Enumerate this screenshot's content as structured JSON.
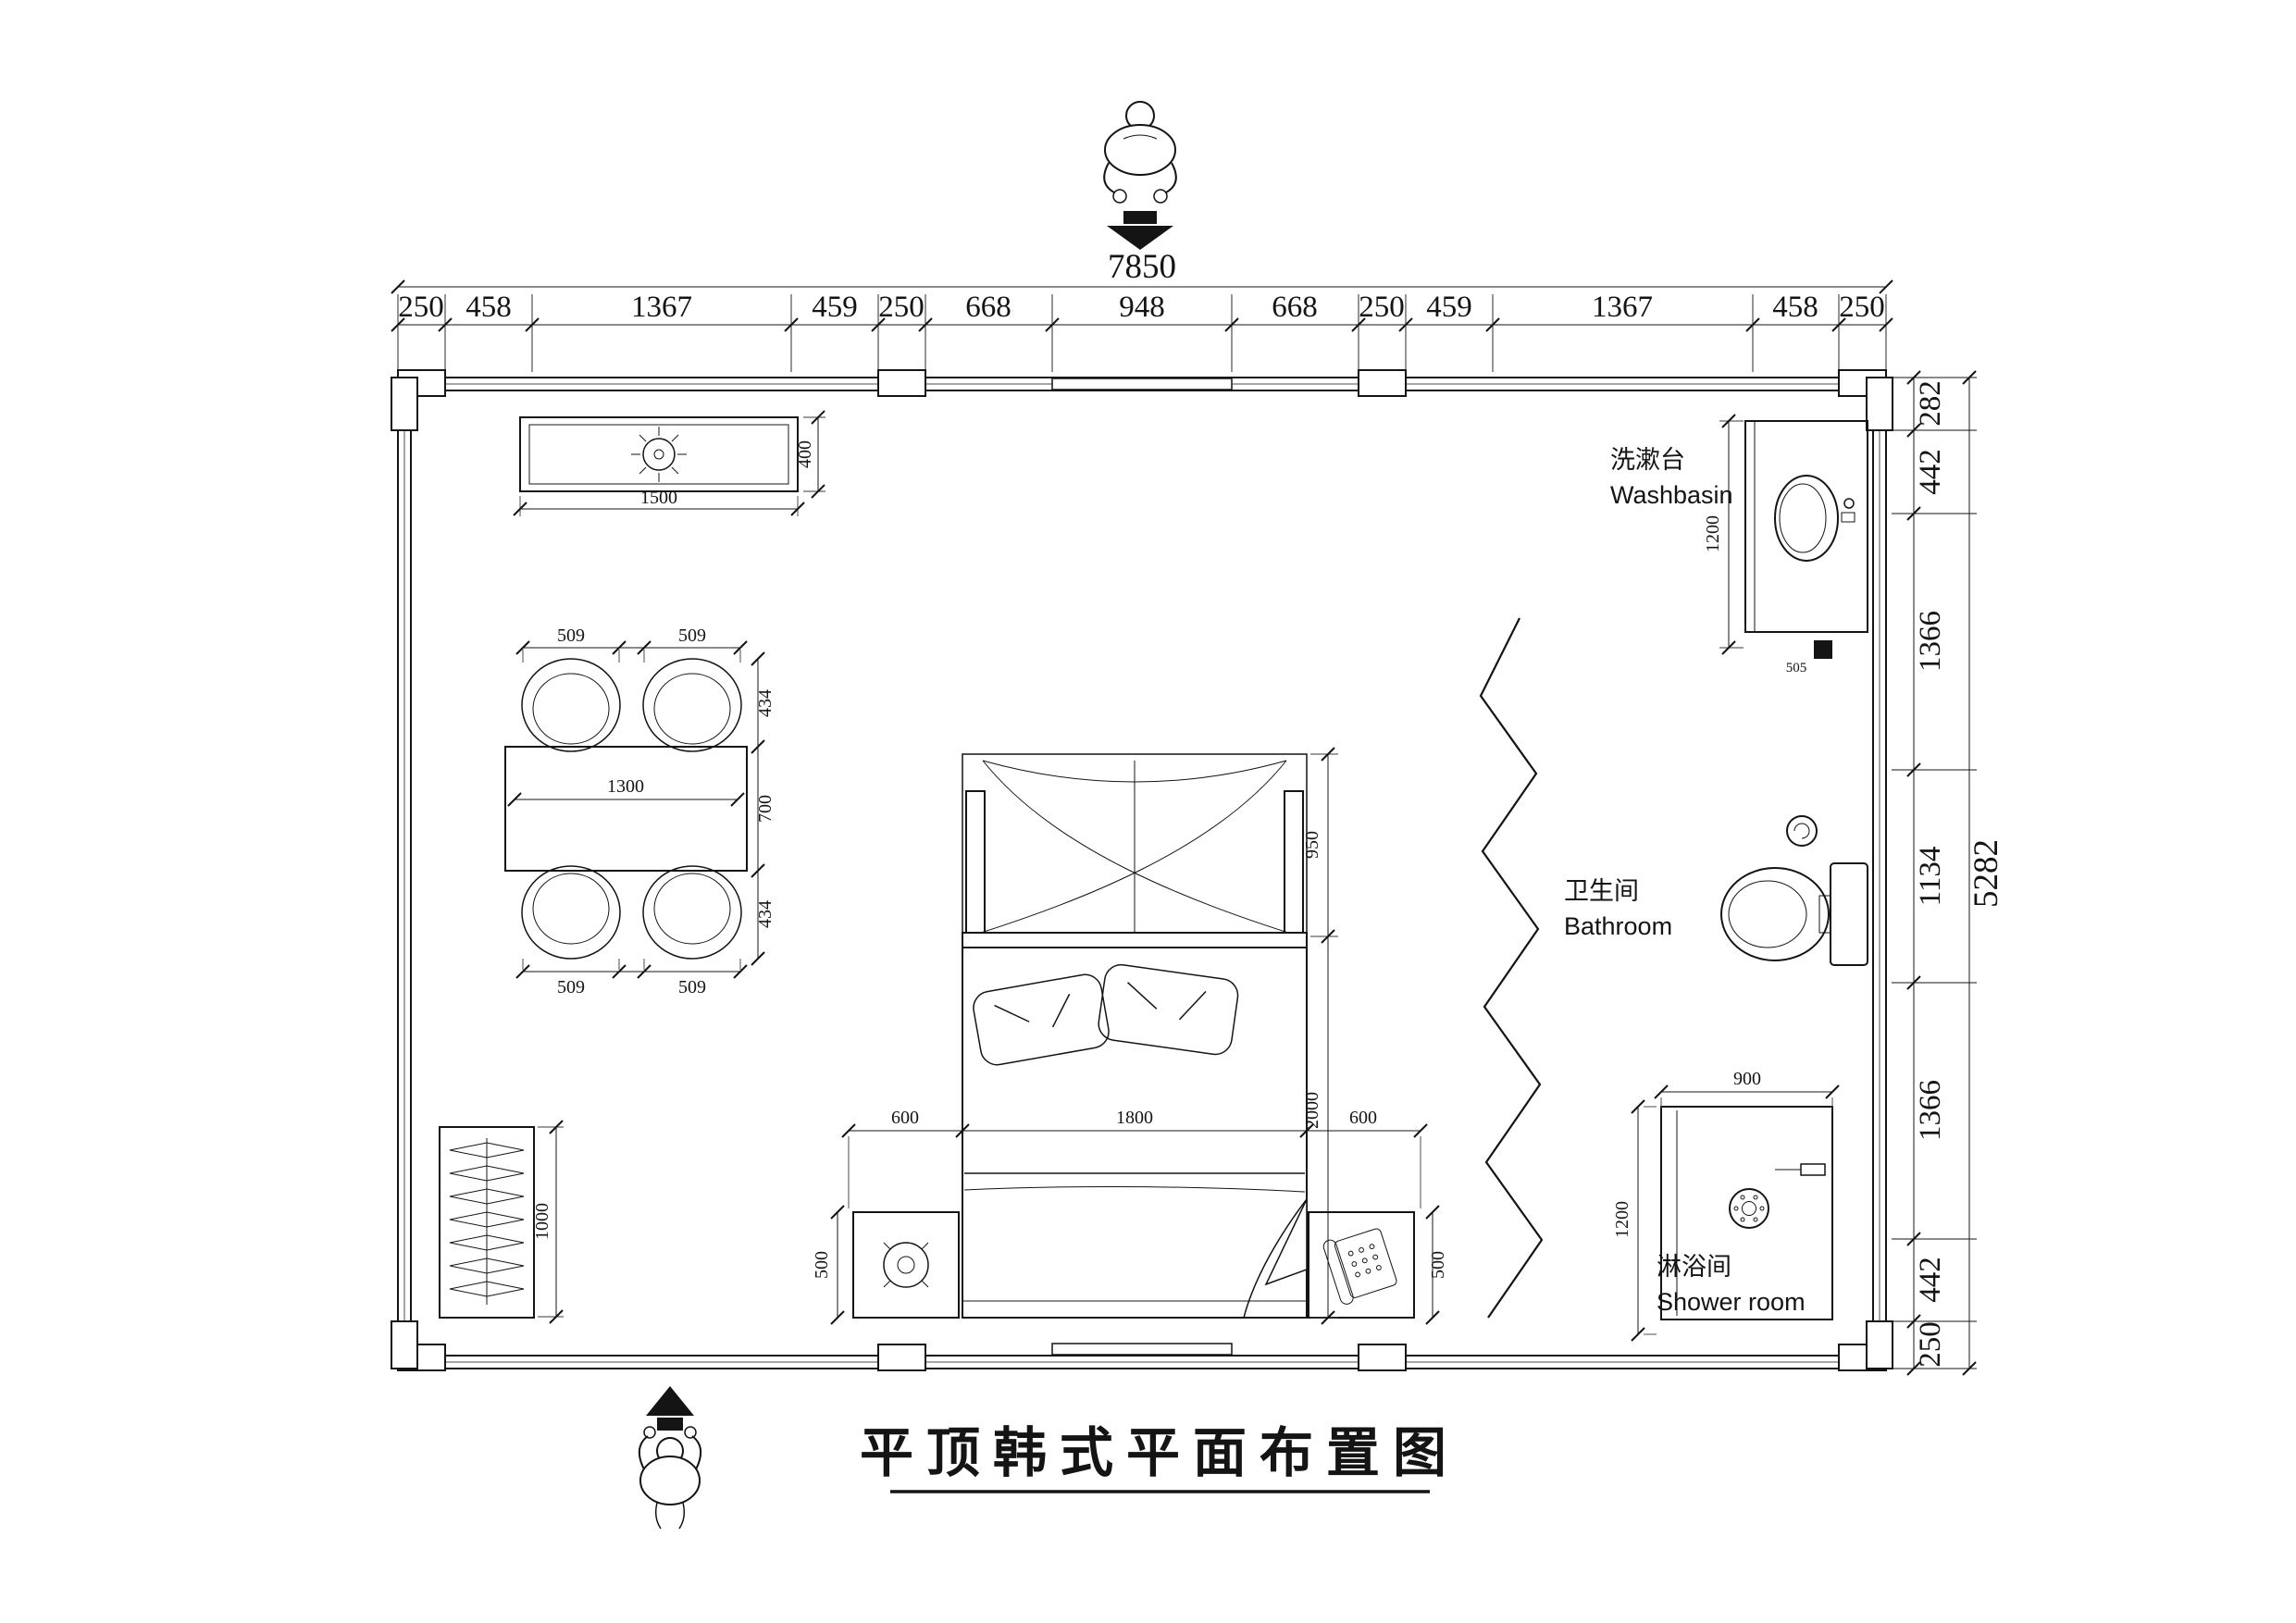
{
  "title": "平顶韩式平面布置图",
  "overall": {
    "width": "7850",
    "height": "5282"
  },
  "dims_top": [
    "250",
    "458",
    "1367",
    "459",
    "250",
    "668",
    "948",
    "668",
    "250",
    "459",
    "1367",
    "458",
    "250"
  ],
  "dims_right": [
    "282",
    "442",
    "1366",
    "1134",
    "1366",
    "442",
    "250"
  ],
  "labels": {
    "washbasin_zh": "洗漱台",
    "washbasin_en": "Washbasin",
    "bathroom_zh": "卫生间",
    "bathroom_en": "Bathroom",
    "shower_zh": "淋浴间",
    "shower_en": "Shower room"
  },
  "dims": {
    "tv_width": "1500",
    "tv_depth": "400",
    "chairs_top": [
      "509",
      "509"
    ],
    "chairs_bottom": [
      "509",
      "509"
    ],
    "dining_right": [
      "434",
      "700",
      "434"
    ],
    "table_width": "1300",
    "wardrobe": "1000",
    "canopy": "950",
    "bed_length": "2000",
    "bed_row": [
      "600",
      "1800",
      "600"
    ],
    "nightstand_left": "500",
    "nightstand_right": "500",
    "washbasin_counter": "1200",
    "washbasin_drain": "505",
    "shower_width": "900",
    "shower_depth": "1200"
  }
}
